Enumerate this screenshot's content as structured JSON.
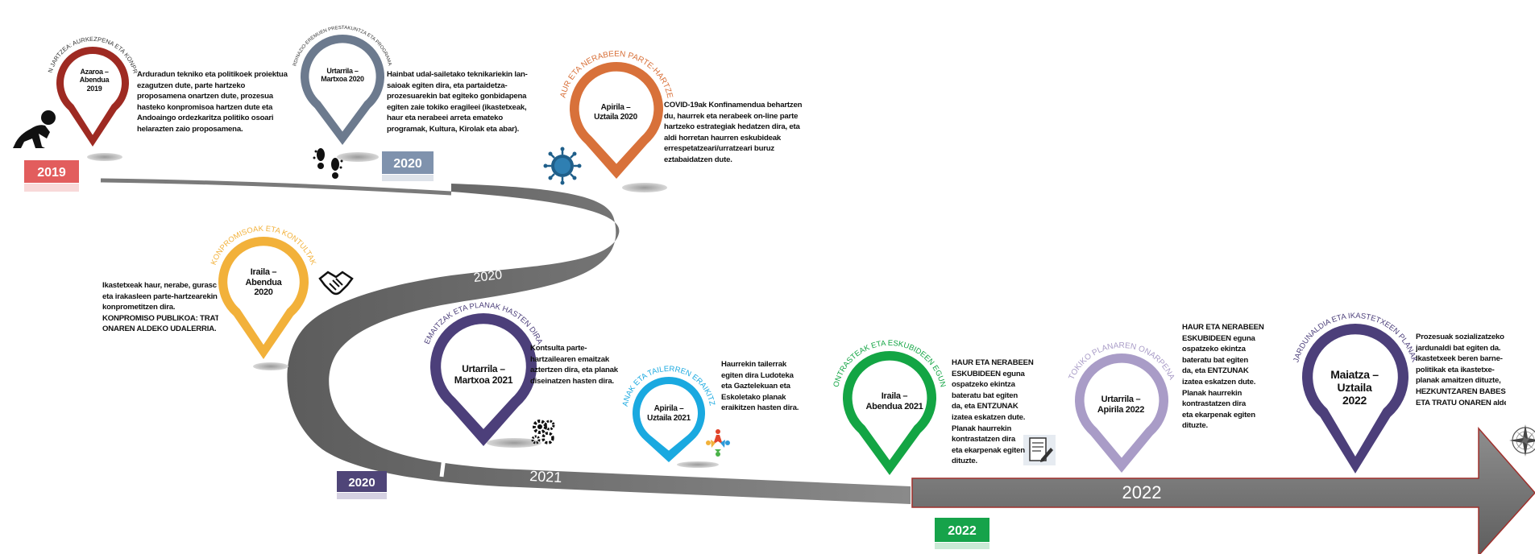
{
  "colors": {
    "red": "#9e2a22",
    "slate": "#6c7a8e",
    "orange": "#d8713a",
    "yellow": "#f2b13a",
    "purple": "#4c3f7a",
    "blue": "#1aa9e0",
    "green": "#13a544",
    "lavender": "#a99cc7",
    "road": "#757575",
    "arrow": "#7a7a7a",
    "arrow_border": "#a0302c"
  },
  "years": {
    "y2019": "2019",
    "y2020_top": "2020",
    "y2020_bottom": "2020",
    "y2022": "2022"
  },
  "road_labels": {
    "r2020": "2020",
    "r2021": "2021",
    "r2022": "2022"
  },
  "milestones": [
    {
      "arc_title": "MARTXAN JARTZEA: AURKEZPENA ETA KONPROMISOA",
      "date": [
        "Azaroa –",
        "Abendua",
        "2019"
      ],
      "icon": "runner-icon",
      "description": [
        "Arduradun tekniko eta politikoek proiektua",
        "ezagutzen dute, parte hartzeko",
        "proposamena onartzen dute, prozesua",
        "hasteko konpromisoa hartzen dute eta",
        "Andoaingo ordezkaritza politiko osoari",
        "helarazten zaio proposamena."
      ]
    },
    {
      "arc_title": "KOORDINAZIO-EREMUEN PRESTAKUNTZA ETA PROGRAMAZIOA",
      "date": [
        "Urtarrila –",
        "Martxoa 2020"
      ],
      "icon": "footprints-icon",
      "description": [
        "Hainbat udal-sailetako teknikariekin lan-",
        "saioak egiten dira, eta partaidetza-",
        "prozesuarekin bat egiteko gonbidapena",
        "egiten zaie tokiko eragileei (ikastetxeak,",
        "haur eta nerabeei arreta emateko",
        "programak, Kultura, Kirolak eta abar)."
      ]
    },
    {
      "arc_title": "HAUR ETA NERABEEN PARTE-HARTZEA",
      "date": [
        "Apirila –",
        "Uztaila 2020"
      ],
      "icon": "covid-icon",
      "description": [
        "COVID-19ak Konfinamendua behartzen",
        "du, haurrek eta nerabeek on-line parte",
        "hartzeko estrategiak hedatzen dira, eta",
        "aldi horretan haurren eskubideak",
        "errespetatzeari/urratzeari buruz",
        "eztabaidatzen dute."
      ]
    },
    {
      "arc_title": "KONPROMISOAK ETA KONTULTAK",
      "date": [
        "Iraila –",
        "Abendua",
        "2020"
      ],
      "icon": "handshake-icon",
      "description": [
        "Ikastetxeak haur, nerabe, gurasc",
        "eta irakasleen parte-hartzearekin",
        "konprometitzen dira.",
        "KONPROMISO PUBLIKOA: TRATU",
        "ONAREN ALDEKO UDALERRIA."
      ]
    },
    {
      "arc_title": "EMAITZAK ETA PLANAK HASTEN DIRA",
      "date": [
        "Urtarrila –",
        "Martxoa 2021"
      ],
      "icon": "gears-icon",
      "description": [
        "Kontsulta parte-",
        "hartzailearen emaitzak",
        "aztertzen dira, eta planak",
        "diseinatzen hasten dira."
      ]
    },
    {
      "arc_title": "PLANAK ETA TAILERREN ERAIKITZEA",
      "date": [
        "Apirila –",
        "Uztaila 2021"
      ],
      "icon": "people-icon",
      "description": [
        "Haurrekin tailerrak",
        "egiten dira Ludoteka",
        "eta Gaztelekuan eta",
        "Eskoletako planak",
        "eraikitzen hasten dira."
      ]
    },
    {
      "arc_title": "KONTRASTEAK ETA ESKUBIDEEN EGUNA",
      "date": [
        "Iraila –",
        "Abendua 2021"
      ],
      "icon": "document-icon",
      "description": [
        "HAUR ETA NERABEEN",
        "ESKUBIDEEN eguna",
        "ospatzeko ekintza",
        "bateratu bat egiten",
        "da, eta ENTZUNAK",
        "izatea eskatzen dute.",
        "Planak haurrekin",
        "kontrastatzen dira",
        "eta ekarpenak egiten",
        "dituzte."
      ]
    },
    {
      "arc_title": "TOKIKO PLANAREN ONARPENA",
      "date": [
        "Urtarrila –",
        "Apirila 2022"
      ],
      "icon": "",
      "description": [
        "HAUR ETA NERABEEN",
        "ESKUBIDEEN eguna",
        "ospatzeko ekintza",
        "bateratu bat egiten",
        "da, eta ENTZUNAK",
        "izatea eskatzen dute.",
        "Planak haurrekin",
        "kontrastatzen dira",
        "eta ekarpenak egiten",
        "dituzte."
      ]
    },
    {
      "arc_title": "JARDUNALDIA ETA IKASTETXEEN PLANAK",
      "date": [
        "Maiatza –",
        "Uztaila",
        "2022"
      ],
      "icon": "compass-icon",
      "description": [
        "Prozesuak sozializatzeko",
        "jardunaldi bat egiten da.",
        "Ikastetxeek beren barne-",
        "politikak eta ikastetxe-",
        "planak amaitzen dituzte,",
        "HEZKUNTZAREN BABES",
        "ETA TRATU ONAREN alde"
      ]
    }
  ]
}
